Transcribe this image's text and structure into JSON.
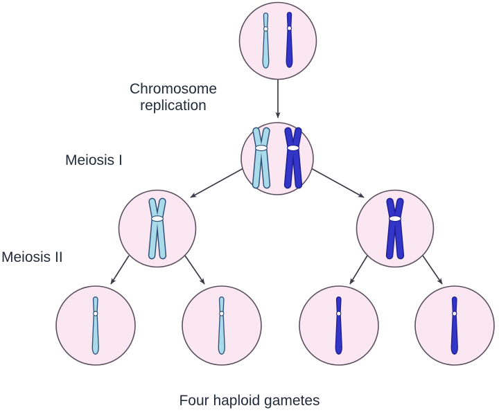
{
  "diagram": {
    "labels": {
      "replication": "Chromosome replication",
      "meiosis_1": "Meiosis I",
      "meiosis_2": "Meiosis II",
      "caption": "Four haploid gametes"
    },
    "cells": [
      {
        "stage": "parent-cell",
        "chromosomes": [
          "light-blue single chromatid",
          "dark-blue single chromatid"
        ]
      },
      {
        "stage": "after-chromosome-replication",
        "chromosomes": [
          "light-blue duplicated (X)",
          "dark-blue duplicated (X)"
        ]
      },
      {
        "stage": "after-meiosis-I-left",
        "chromosomes": [
          "light-blue duplicated (X)"
        ]
      },
      {
        "stage": "after-meiosis-I-right",
        "chromosomes": [
          "dark-blue duplicated (X)"
        ]
      },
      {
        "stage": "gamete-1",
        "chromosomes": [
          "light-blue single chromatid"
        ]
      },
      {
        "stage": "gamete-2",
        "chromosomes": [
          "light-blue single chromatid"
        ]
      },
      {
        "stage": "gamete-3",
        "chromosomes": [
          "dark-blue single chromatid"
        ]
      },
      {
        "stage": "gamete-4",
        "chromosomes": [
          "dark-blue single chromatid"
        ]
      }
    ]
  },
  "colors": {
    "bg": "#ffffff",
    "cell-fill": "#fbe7f1",
    "cell-stroke": "#5a5060",
    "light-fill": "#a9dbea",
    "light-stroke": "#2f4f76",
    "dark-fill": "#3335c8",
    "dark-stroke": "#1d1f8e",
    "arrow": "#3a3a44",
    "text": "#232b3a"
  }
}
